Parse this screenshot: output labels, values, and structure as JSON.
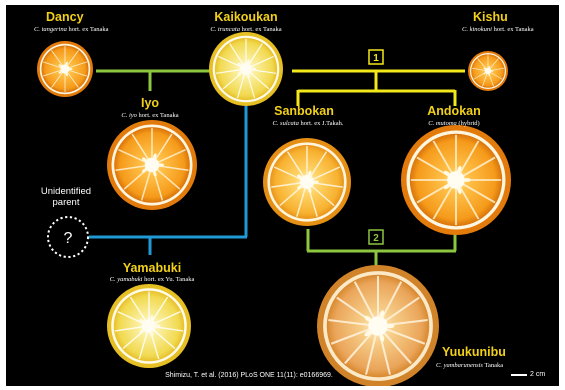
{
  "colors": {
    "background": "#000000",
    "name_text": "#f2d019",
    "green_link": "#8dc63f",
    "yellow_link": "#f2e81a",
    "blue_link": "#1f9ad6",
    "badge_yellow": "#f2e81a",
    "badge_green": "#8dc63f"
  },
  "varieties": {
    "dancy": {
      "name": "Dancy",
      "sci": "C. tangerina",
      "auth": " hort. ex Tanaka",
      "fruit": "orange"
    },
    "kaikoukan": {
      "name": "Kaikoukan",
      "sci": "C. truncata",
      "auth": " hort. ex Tanaka",
      "fruit": "pale-yellow"
    },
    "kishu": {
      "name": "Kishu",
      "sci": "C. kinokuni",
      "auth": " hort. ex Tanaka",
      "fruit": "orange"
    },
    "iyo": {
      "name": "Iyo",
      "sci": "C. iyo",
      "auth": " hort. ex Tanaka",
      "fruit": "orange"
    },
    "sanbokan": {
      "name": "Sanbokan",
      "sci": "C. sulcata",
      "auth": " hort. ex J.Takah.",
      "fruit": "yellow-orange"
    },
    "andokan": {
      "name": "Andokan",
      "sci": "C. mutoma",
      "auth": " (hybrid)",
      "fruit": "orange"
    },
    "yamabuki": {
      "name": "Yamabuki",
      "sci": "C. yamabuki",
      "auth": " hort. ex Yu. Tanaka",
      "fruit": "pale-yellow"
    },
    "yuukunibu": {
      "name": "Yuukunibu",
      "sci": "C. yambarunensis",
      "auth": " Tanaka",
      "fruit": "tan-orange"
    }
  },
  "unknown_parent": {
    "label_line1": "Unidentified",
    "label_line2": "parent",
    "symbol": "?"
  },
  "badges": {
    "cross1": "1",
    "cross2": "2"
  },
  "citation": "Shimizu, T. et al. (2016) PLoS ONE 11(11): e0166969.",
  "scale_bar": {
    "label": "2 cm"
  }
}
